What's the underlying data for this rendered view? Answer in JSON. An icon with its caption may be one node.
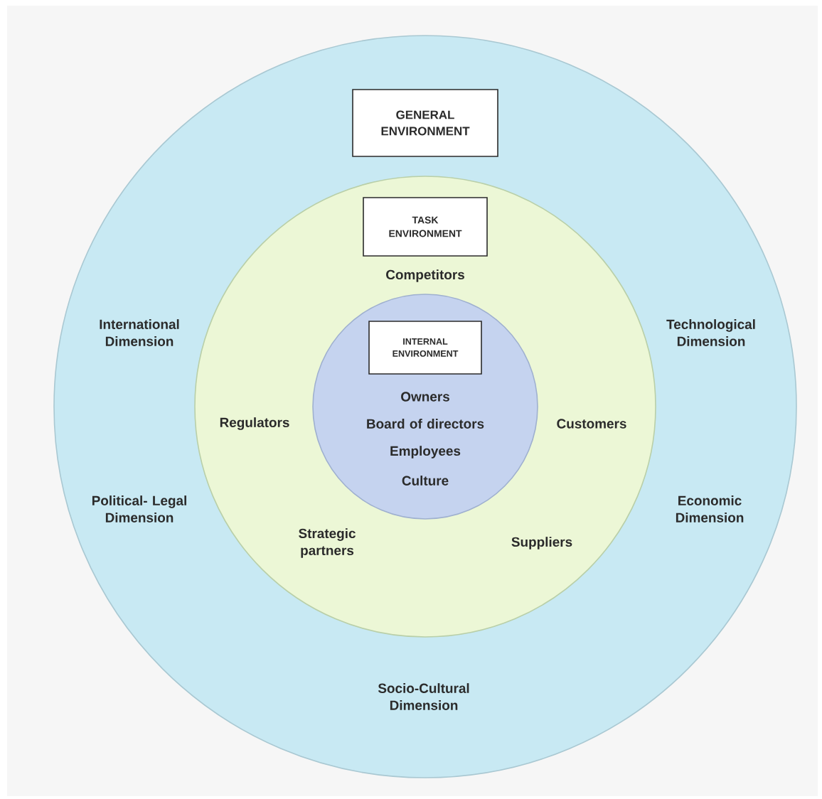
{
  "diagram": {
    "nodes": [
      {
        "text": [
          "International Dimension",
          "Technological Dimension",
          "Political- Legal Dimension",
          "Economic Dimension",
          "Socio-Cultural Dimension"
        ]
      },
      {
        "text": [
          "GENERAL ENVIRONMENT"
        ],
        "in": 0
      },
      {
        "text": [
          "Competitors",
          "Regulators",
          "Customers",
          "Strategic partners",
          "Suppliers"
        ],
        "in": 0
      },
      {
        "text": [
          "TASK ENVIRONMENT"
        ],
        "in": 2
      },
      {
        "text": [
          "Owners",
          "Board of directors",
          "Employees",
          "Culture"
        ],
        "in": 2
      },
      {
        "text": [
          "INTERNAL ENVIRONMENT"
        ],
        "in": 4
      }
    ]
  }
}
